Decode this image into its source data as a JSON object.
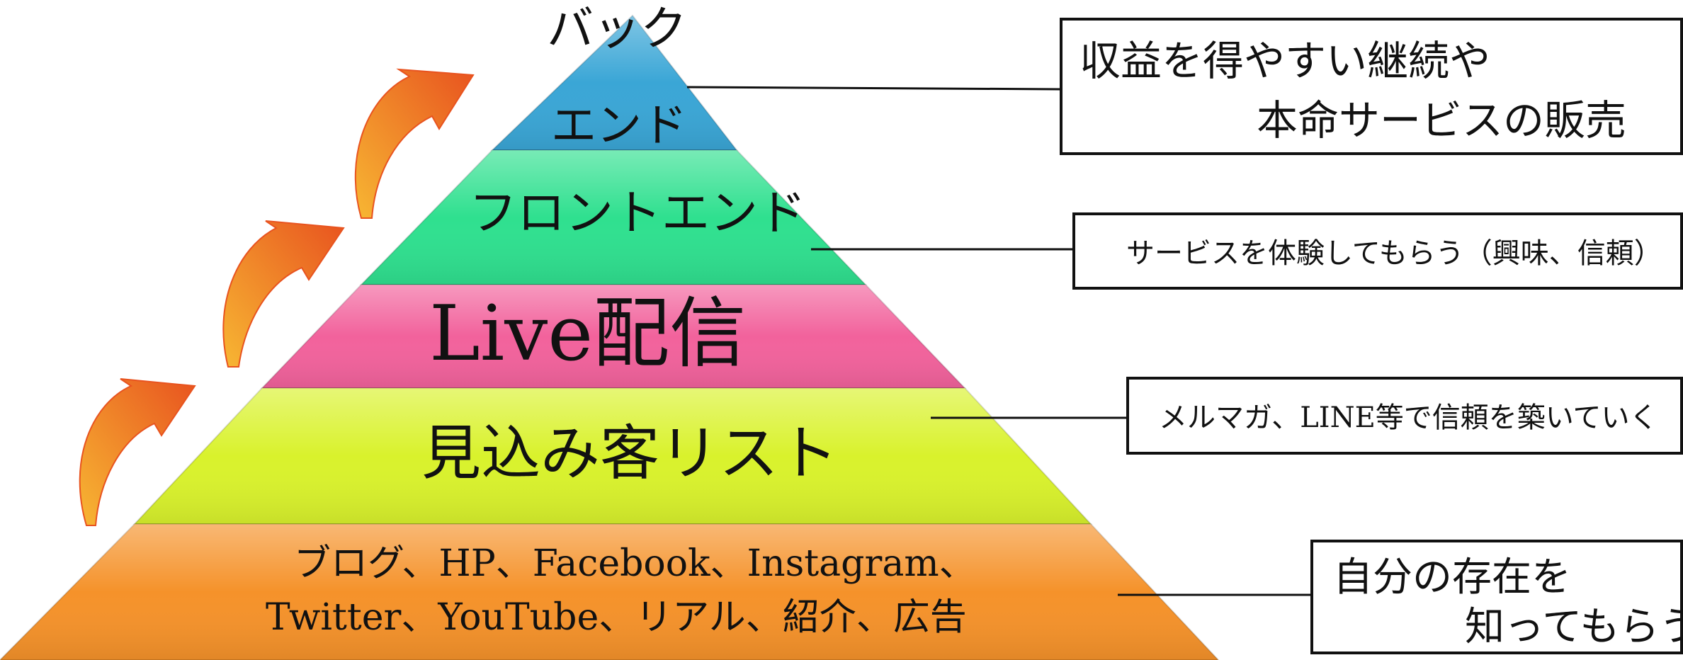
{
  "pyramid": {
    "tiers": [
      {
        "lines": [
          "バック",
          "エンド"
        ],
        "color": "#3aa6d6"
      },
      {
        "lines": [
          "フロントエンド"
        ],
        "color": "#2fe08f"
      },
      {
        "lines": [
          "Live配信"
        ],
        "color": "#f2629c"
      },
      {
        "lines": [
          "見込み客リスト"
        ],
        "color": "#d9f22c"
      },
      {
        "lines": [
          "ブログ、HP、Facebook、Instagram、",
          "Twitter、YouTube、リアル、紹介、広告"
        ],
        "color": "#f5922a"
      }
    ]
  },
  "callouts": [
    {
      "lines": [
        "収益を得やすい継続や",
        "本命サービスの販売"
      ]
    },
    {
      "lines": [
        "サービスを体験してもらう（興味、信頼）"
      ]
    },
    {
      "lines": [
        "メルマガ、LINE等で信頼を築いていく"
      ]
    },
    {
      "lines": [
        "自分の存在を",
        "知ってもらう"
      ]
    }
  ],
  "arrow_color": "#e8531f"
}
